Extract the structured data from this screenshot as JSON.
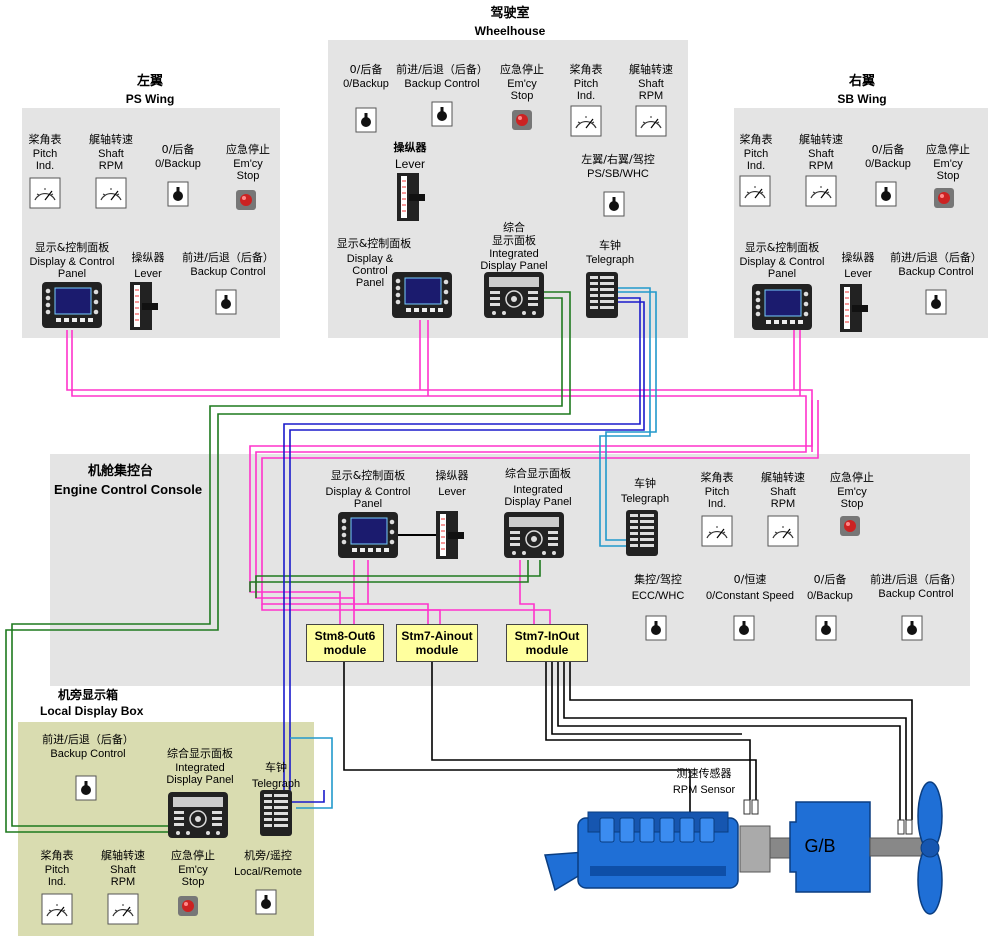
{
  "wheelhouse": {
    "title_cn": "驾驶室",
    "title_en": "Wheelhouse",
    "backup_cn": "0/后备",
    "backup_en": "0/Backup",
    "backupctl_cn": "前进/后退（后备）",
    "backupctl_en": "Backup Control",
    "emcy_cn": "应急停止",
    "emcy_en1": "Em'cy",
    "emcy_en2": "Stop",
    "pitch_cn": "桨角表",
    "pitch_en1": "Pitch",
    "pitch_en2": "Ind.",
    "rpm_cn": "艉轴转速",
    "rpm_en1": "Shaft",
    "rpm_en2": "RPM",
    "lever_cn": "操纵器",
    "lever_en": "Lever",
    "sel_cn": "左翼/右翼/驾控",
    "sel_en": "PS/SB/WHC",
    "disp_cn": "显示&控制面板",
    "disp_en1": "Display &",
    "disp_en2": "Control",
    "disp_en3": "Panel",
    "integ_cn1": "综合",
    "integ_cn2": "显示面板",
    "integ_en1": "Integrated",
    "integ_en2": "Display Panel",
    "tel_cn": "车钟",
    "tel_en": "Telegraph"
  },
  "ps_wing": {
    "title_cn": "左翼",
    "title_en": "PS Wing",
    "pitch_cn": "桨角表",
    "pitch_en1": "Pitch",
    "pitch_en2": "Ind.",
    "rpm_cn": "艉轴转速",
    "rpm_en1": "Shaft",
    "rpm_en2": "RPM",
    "backup_cn": "0/后备",
    "backup_en": "0/Backup",
    "emcy_cn": "应急停止",
    "emcy_en1": "Em'cy",
    "emcy_en2": "Stop",
    "disp_cn": "显示&控制面板",
    "disp_en1": "Display & Control",
    "disp_en2": "Panel",
    "lever_cn": "操纵器",
    "lever_en": "Lever",
    "backupctl_cn": "前进/后退（后备）",
    "backupctl_en": "Backup Control"
  },
  "sb_wing": {
    "title_cn": "右翼",
    "title_en": "SB Wing",
    "pitch_cn": "桨角表",
    "pitch_en1": "Pitch",
    "pitch_en2": "Ind.",
    "rpm_cn": "艉轴转速",
    "rpm_en1": "Shaft",
    "rpm_en2": "RPM",
    "backup_cn": "0/后备",
    "backup_en": "0/Backup",
    "emcy_cn": "应急停止",
    "emcy_en1": "Em'cy",
    "emcy_en2": "Stop",
    "disp_cn": "显示&控制面板",
    "disp_en1": "Display & Control",
    "disp_en2": "Panel",
    "lever_cn": "操纵器",
    "lever_en": "Lever",
    "backupctl_cn": "前进/后退（后备）",
    "backupctl_en": "Backup Control"
  },
  "ecc": {
    "title_cn": "机舱集控台",
    "title_en": "Engine Control Console",
    "disp_cn": "显示&控制面板",
    "disp_en1": "Display & Control",
    "disp_en2": "Panel",
    "lever_cn": "操纵器",
    "lever_en": "Lever",
    "integ_cn": "综合显示面板",
    "integ_en1": "Integrated",
    "integ_en2": "Display Panel",
    "tel_cn": "车钟",
    "tel_en": "Telegraph",
    "pitch_cn": "桨角表",
    "pitch_en1": "Pitch",
    "pitch_en2": "Ind.",
    "rpm_cn": "艉轴转速",
    "rpm_en1": "Shaft",
    "rpm_en2": "RPM",
    "emcy_cn": "应急停止",
    "emcy_en1": "Em'cy",
    "emcy_en2": "Stop",
    "sel_cn": "集控/驾控",
    "sel_en": "ECC/WHC",
    "const_cn": "0/恒速",
    "const_en": "0/Constant Speed",
    "backup_cn": "0/后备",
    "backup_en": "0/Backup",
    "backupctl_cn": "前进/后退（后备）",
    "backupctl_en": "Backup Control"
  },
  "modules": {
    "m1a": "Stm8-Out6",
    "m1b": "module",
    "m2a": "Stm7-Ainout",
    "m2b": "module",
    "m3a": "Stm7-InOut",
    "m3b": "module"
  },
  "local": {
    "title_cn": "机旁显示箱",
    "title_en": "Local Display Box",
    "backupctl_cn": "前进/后退（后备）",
    "backupctl_en": "Backup Control",
    "integ_cn": "综合显示面板",
    "integ_en1": "Integrated",
    "integ_en2": "Display Panel",
    "tel_cn": "车钟",
    "tel_en": "Telegraph",
    "pitch_cn": "桨角表",
    "pitch_en1": "Pitch",
    "pitch_en2": "Ind.",
    "rpm_cn": "艉轴转速",
    "rpm_en1": "Shaft",
    "rpm_en2": "RPM",
    "emcy_cn": "应急停止",
    "emcy_en1": "Em'cy",
    "emcy_en2": "Stop",
    "lr_cn": "机旁/遥控",
    "lr_en": "Local/Remote"
  },
  "engine": {
    "sensor_cn": "测速传感器",
    "sensor_en": "RPM Sensor",
    "gb": "G/B"
  },
  "colors": {
    "magenta": "#ff33cc",
    "green": "#1e7a1e",
    "blue": "#1a1acc",
    "cyan": "#2299cc",
    "engine": "#1f6fd6",
    "module": "#ffff9e"
  }
}
